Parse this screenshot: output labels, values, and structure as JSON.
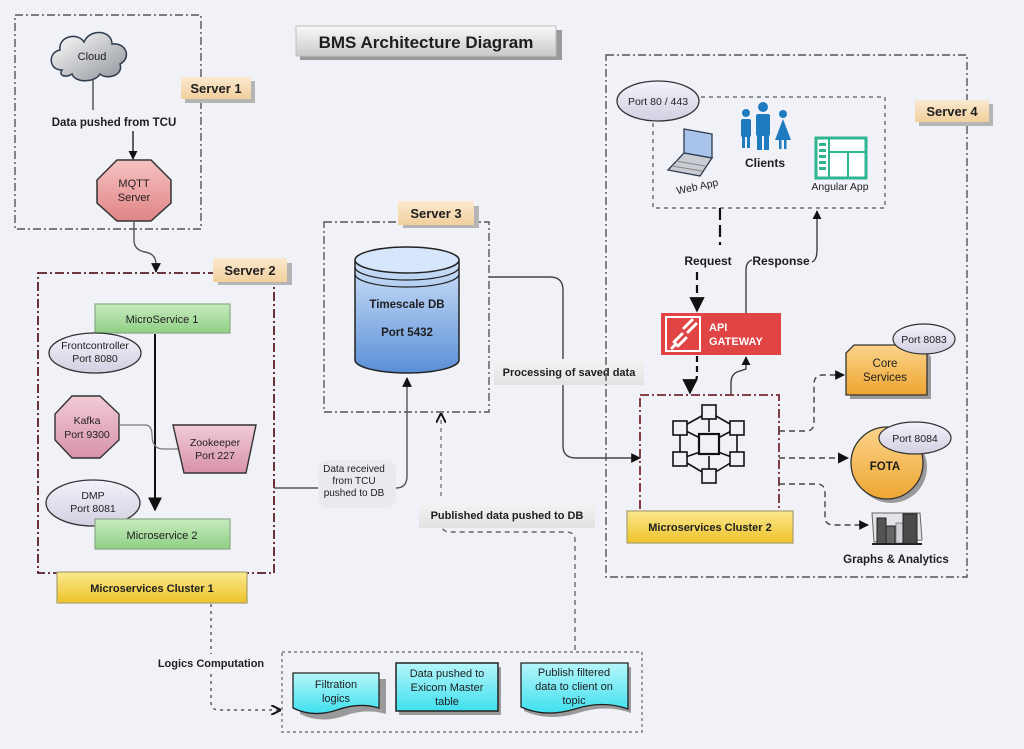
{
  "title": "BMS Architecture Diagram",
  "servers": {
    "server1": "Server 1",
    "server2": "Server 2",
    "server3": "Server 3",
    "server4": "Server 4"
  },
  "server1": {
    "cloud_label": "Cloud",
    "edge_label": "Data pushed from TCU",
    "mqtt_line1": "MQTT",
    "mqtt_line2": "Server"
  },
  "server2": {
    "microservice1": "MicroService 1",
    "frontcontroller_line1": "Frontcontroller",
    "frontcontroller_line2": "Port 8080",
    "kafka_line1": "Kafka",
    "kafka_line2": "Port 9300",
    "zookeeper_line1": "Zookeeper",
    "zookeeper_line2": "Port 227",
    "dmp_line1": "DMP",
    "dmp_line2": "Port 8081",
    "microservice2": "Microservice 2",
    "cluster_label": "Microservices Cluster 1"
  },
  "server3": {
    "db_line1": "Timescale DB",
    "db_line2": "Port 5432"
  },
  "edges": {
    "data_received_line1": "Data received",
    "data_received_line2": "from TCU",
    "data_received_line3": "pushed to DB",
    "published_data": "Published data pushed to DB",
    "processing": "Processing of saved data",
    "logics": "Logics Computation",
    "request": "Request",
    "response": "Response"
  },
  "server4": {
    "port_badge": "Port 80 / 443",
    "web_app": "Web App",
    "clients": "Clients",
    "angular_app": "Angular App",
    "api_line1": "API",
    "api_line2": "GATEWAY",
    "cluster_label": "Microservices Cluster 2",
    "core_line1": "Core",
    "core_line2": "Services",
    "core_port": "Port 8083",
    "fota": "FOTA",
    "fota_port": "Port 8084",
    "graphs": "Graphs & Analytics"
  },
  "logics": {
    "filtration_line1": "Filtration",
    "filtration_line2": "logics",
    "exicom_line1": "Data pushed to",
    "exicom_line2": "Exicom Master",
    "exicom_line3": "table",
    "publish_line1": "Publish filtered",
    "publish_line2": "data to client on",
    "publish_line3": "topic"
  },
  "colors": {
    "background": "#f1f2f8",
    "server_label_bg": "#f7dcb4",
    "microservice_green": "#9fd694",
    "cluster_yellow": "#f2d23a",
    "pink_shape": "#e3a8bc",
    "mqtt_red": "#e79898",
    "db_blue": "#7ea9e0",
    "api_red": "#e04444",
    "orange": "#f3b448",
    "cyan": "#52e3f0",
    "client_blue": "#1f7bc0",
    "angular_teal": "#2fb592"
  }
}
